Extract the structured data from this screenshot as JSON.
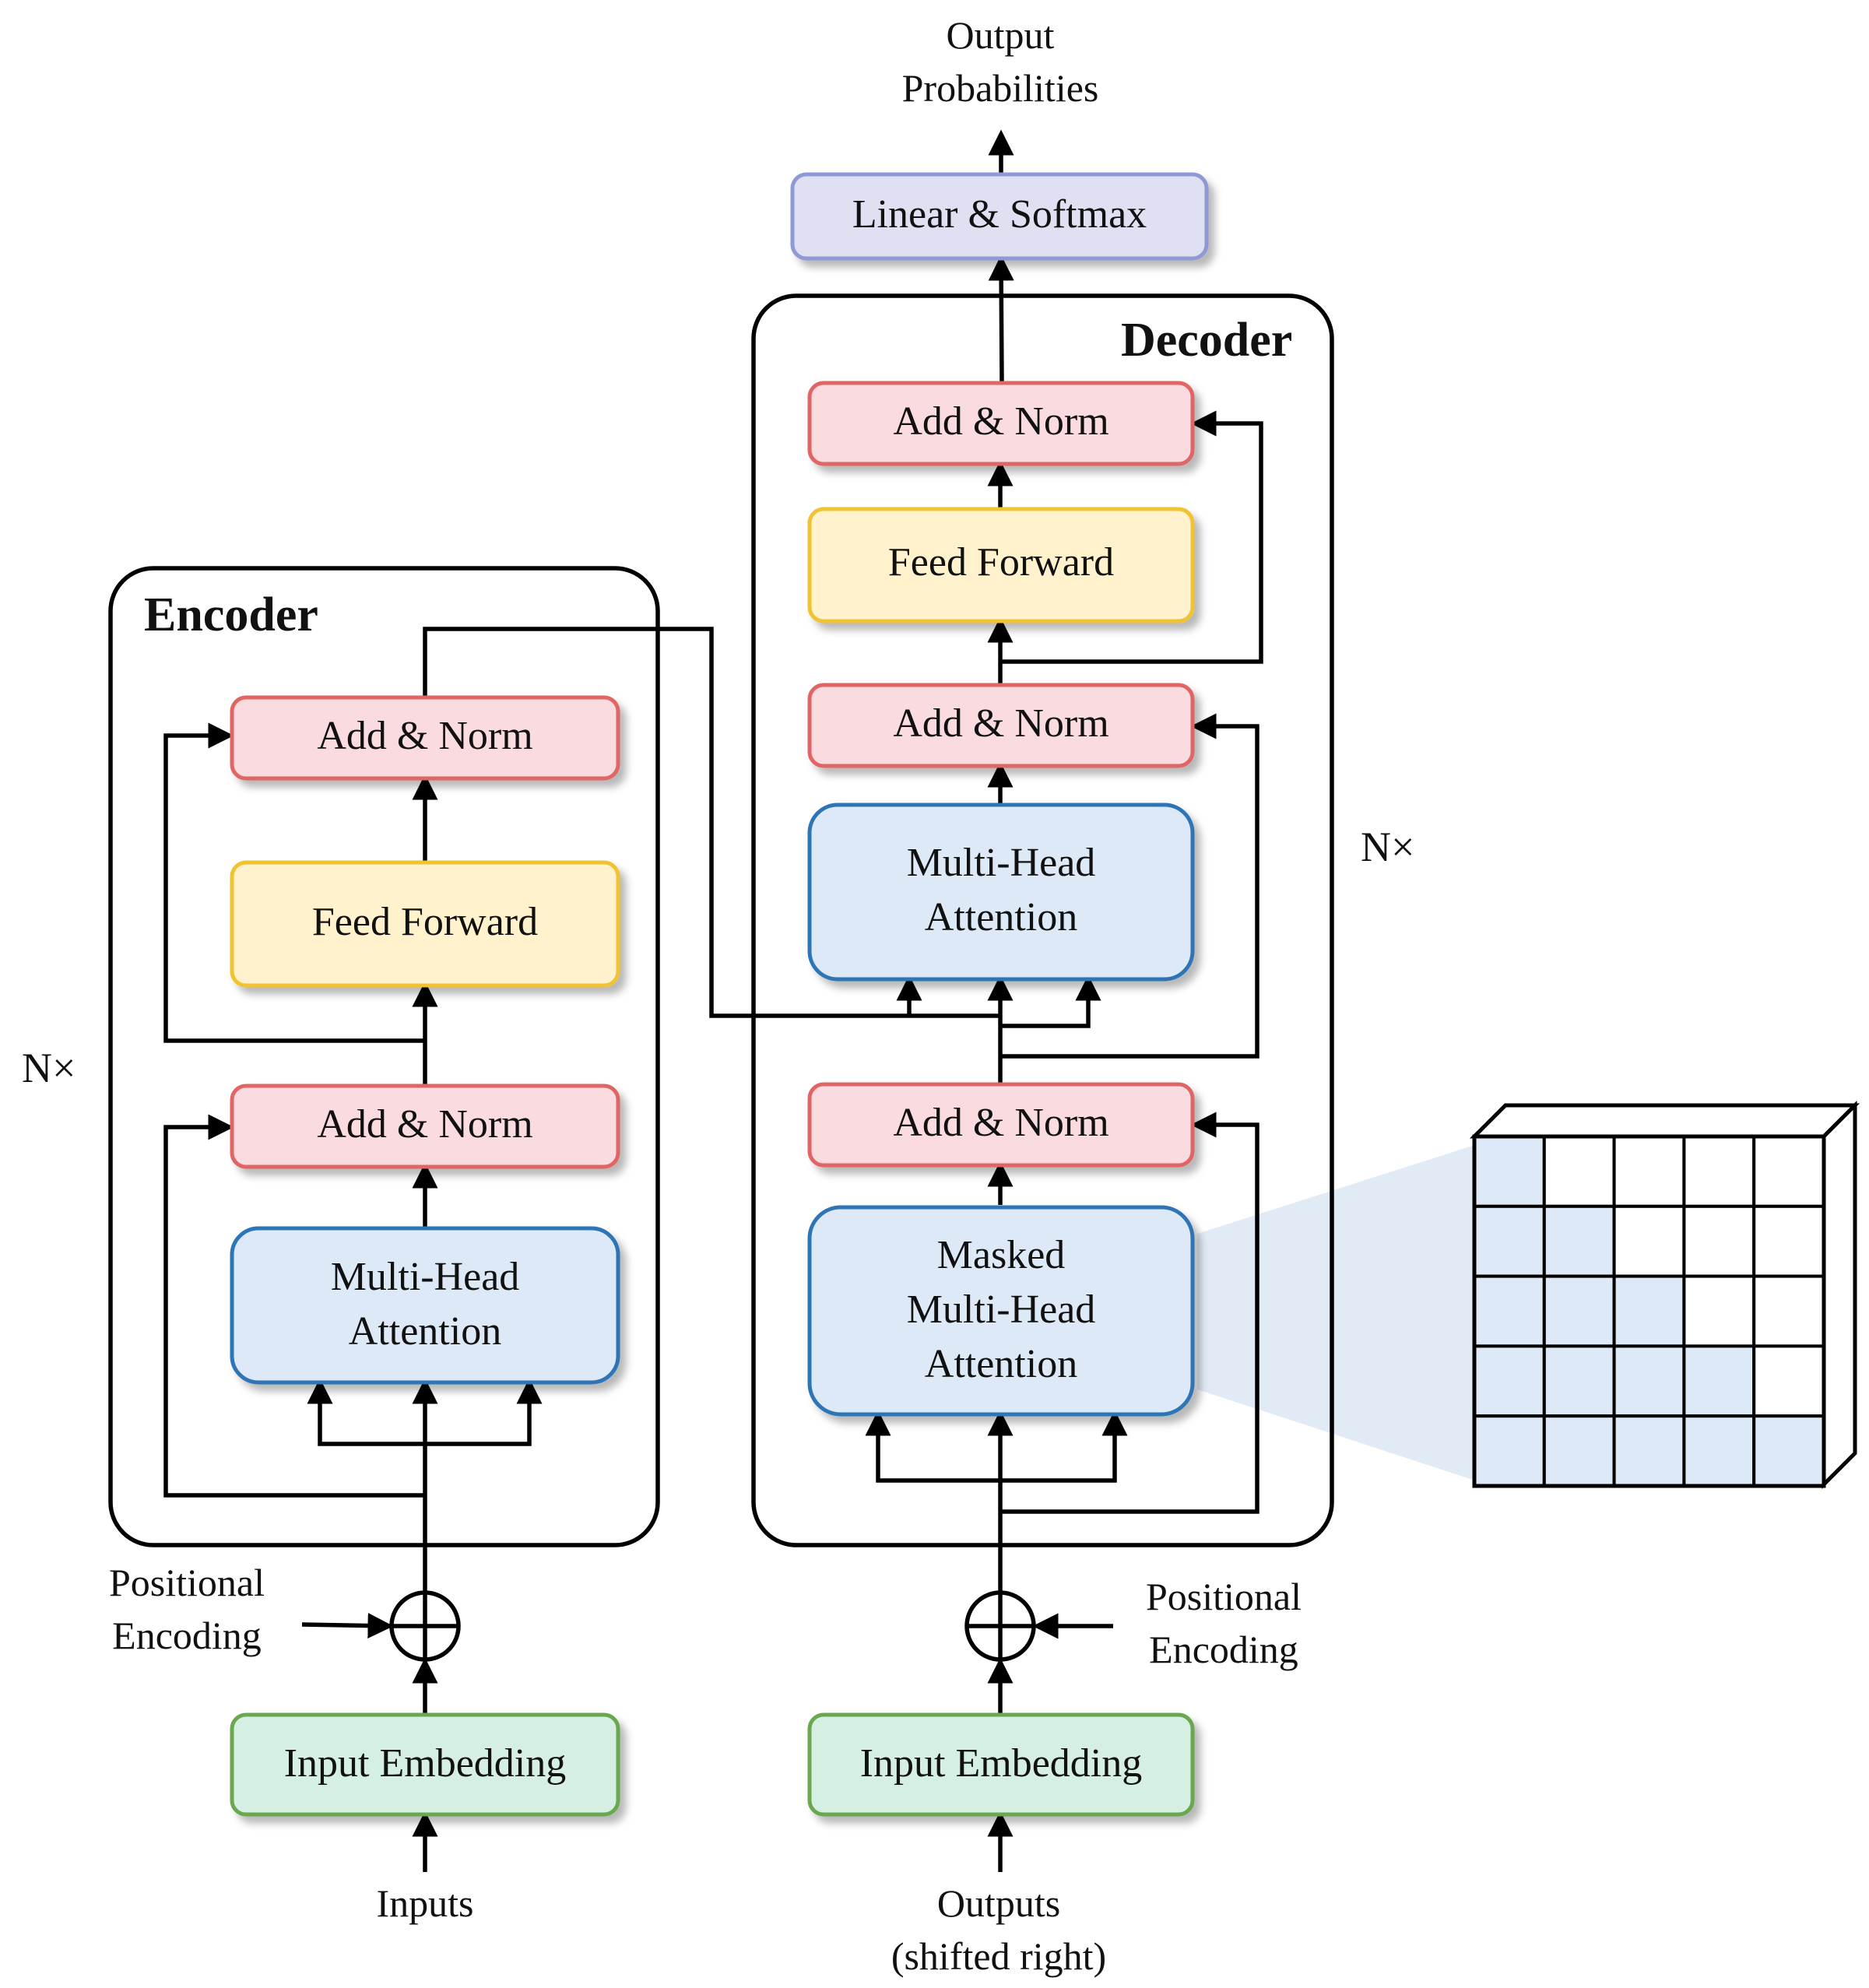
{
  "encoder": {
    "title": "Encoder",
    "repeat": "N×",
    "add_norm_top": "Add & Norm",
    "feed_forward": "Feed Forward",
    "add_norm_bottom": "Add & Norm",
    "attention": [
      "Multi-Head",
      "Attention"
    ],
    "positional_encoding": [
      "Positional",
      "Encoding"
    ],
    "input_embedding": "Input Embedding",
    "inputs": "Inputs"
  },
  "decoder": {
    "title": "Decoder",
    "repeat": "N×",
    "add_norm_top": "Add & Norm",
    "feed_forward": "Feed Forward",
    "add_norm_middle": "Add & Norm",
    "cross_attention": [
      "Multi-Head",
      "Attention"
    ],
    "add_norm_bottom": "Add & Norm",
    "masked_attention": [
      "Masked",
      "Multi-Head",
      "Attention"
    ],
    "positional_encoding": [
      "Positional",
      "Encoding"
    ],
    "input_embedding": "Input Embedding",
    "outputs": [
      "Outputs",
      "(shifted right)"
    ]
  },
  "head": {
    "linear_softmax": "Linear & Softmax",
    "output_probabilities": [
      "Output",
      "Probabilities"
    ]
  },
  "mask_matrix": {
    "rows": 5,
    "cols": 5,
    "pattern": "lower-triangular"
  },
  "colors": {
    "add_norm_fill": "#fadbe0",
    "add_norm_border": "#e06666",
    "feed_forward_fill": "#fff2cc",
    "feed_forward_border": "#f1c232",
    "attention_fill": "#dde9f6",
    "attention_border": "#2e75b6",
    "embedding_fill": "#d5f0e3",
    "embedding_border": "#6aa84f",
    "softmax_fill": "#dfe0f2",
    "softmax_border": "#8e99d6",
    "mask_fill": "#dde9f6"
  }
}
